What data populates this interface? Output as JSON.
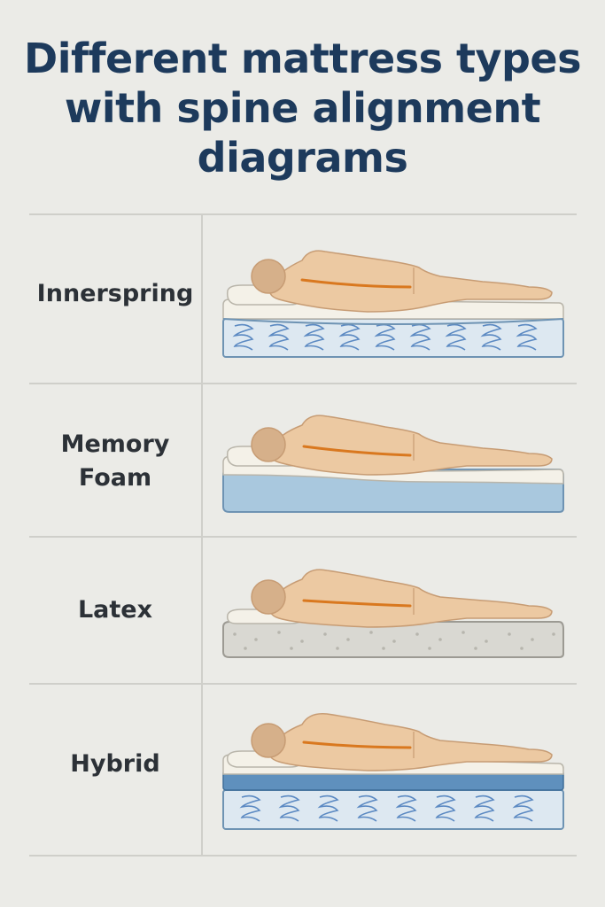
{
  "title": {
    "lines": [
      "Different mattress types",
      "with spine alignment",
      "diagrams"
    ]
  },
  "rows": [
    {
      "label_lines": [
        "Innerspring"
      ],
      "mattress": "innerspring"
    },
    {
      "label_lines": [
        "Memory",
        "Foam"
      ],
      "mattress": "memory-foam"
    },
    {
      "label_lines": [
        "Latex"
      ],
      "mattress": "latex"
    },
    {
      "label_lines": [
        "Hybrid"
      ],
      "mattress": "hybrid"
    }
  ],
  "colors": {
    "title": "#1d3a5c",
    "background": "#ebebe7",
    "body_fill": "#ecc9a2",
    "body_stroke": "#c79c74",
    "spine": "#d9781f",
    "foam_blue": "#a9c8de",
    "foam_blue_stroke": "#6e93b3",
    "coil_blue": "#5b89c2",
    "comfort_layer": "#f4f1e8",
    "latex_gray": "#d9d8d2",
    "hybrid_top": "#5f90bd"
  }
}
